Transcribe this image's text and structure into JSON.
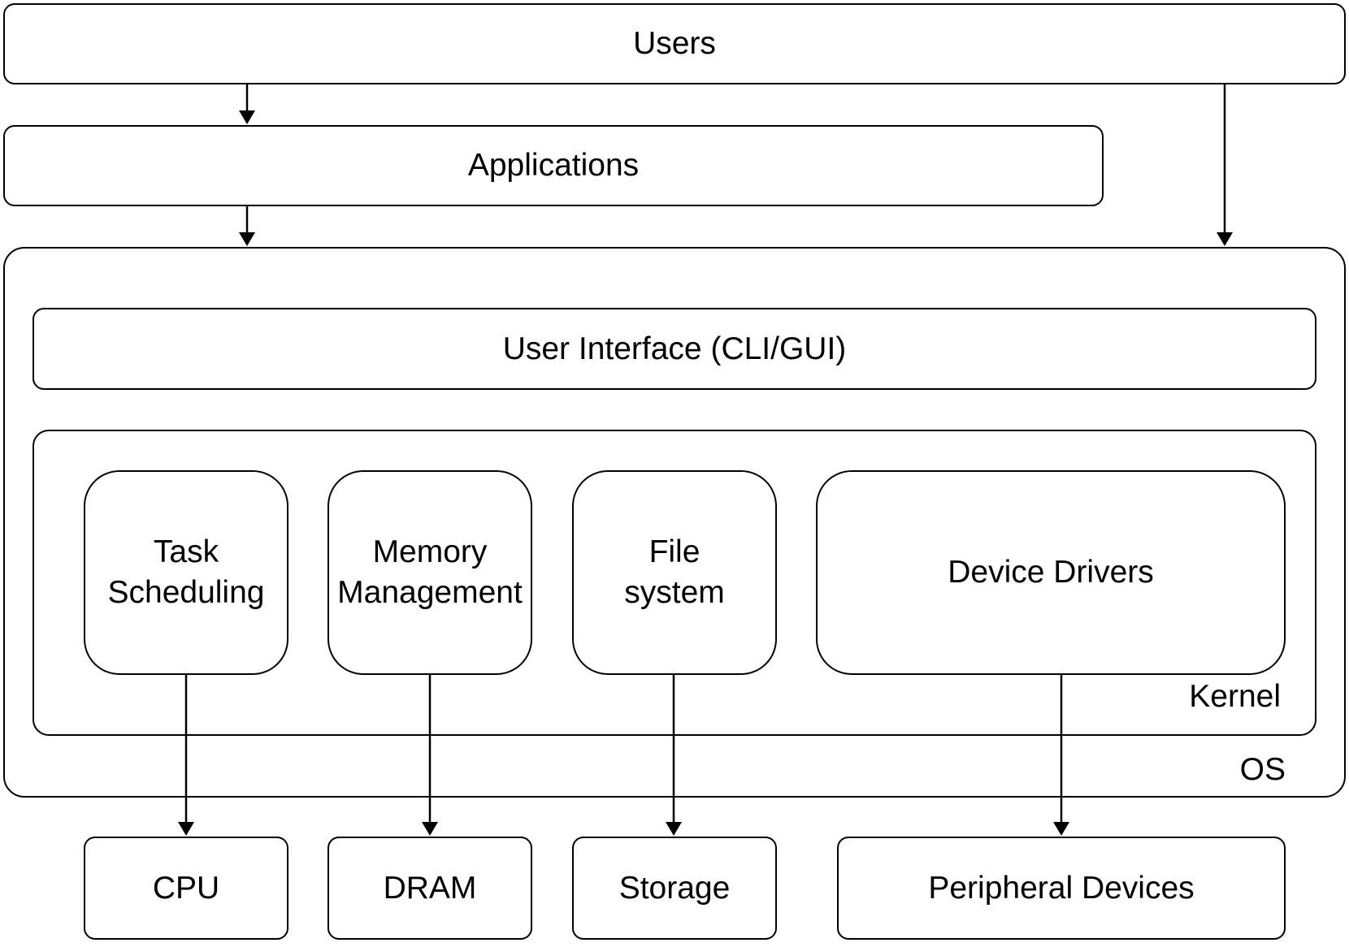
{
  "layers": {
    "users": "Users",
    "applications": "Applications",
    "os": "OS",
    "user_interface": "User Interface (CLI/GUI)",
    "kernel": "Kernel"
  },
  "kernel_modules": {
    "task_scheduling": "Task\nScheduling",
    "memory_management": "Memory\nManagement",
    "file_system": "File\nsystem",
    "device_drivers": "Device Drivers"
  },
  "hardware": {
    "cpu": "CPU",
    "dram": "DRAM",
    "storage": "Storage",
    "peripheral_devices": "Peripheral Devices"
  }
}
